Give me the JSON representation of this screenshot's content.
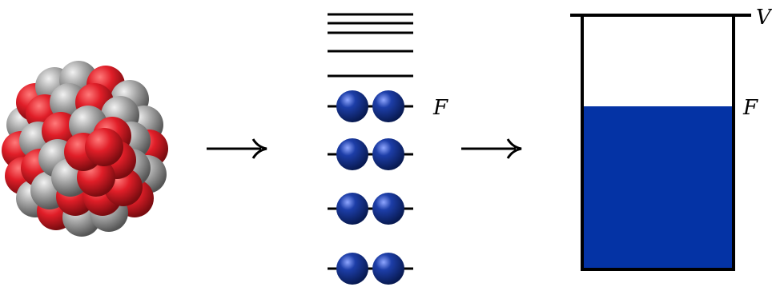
{
  "labels": {
    "fermi_level_levels": "F",
    "fermi_level_well": "F",
    "well_depth": "V"
  },
  "colors": {
    "proton": "#d11a24",
    "neutron": "#9a9a9a",
    "nucleon_fermion": "#0b2a8a",
    "fermi_sea_fill": "#0433a5",
    "line": "#000000"
  },
  "energy_levels": {
    "empty_count": 5,
    "filled_count": 4,
    "particles_per_filled_level": 2
  },
  "icons": {
    "nucleus": "nucleus-cluster-icon",
    "arrow": "right-arrow-icon",
    "fermion": "fermion-sphere-icon"
  }
}
